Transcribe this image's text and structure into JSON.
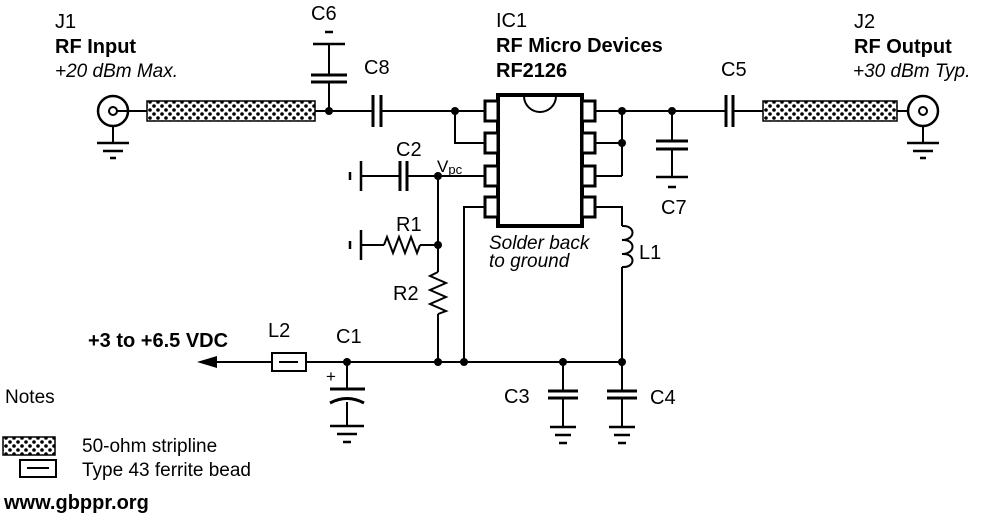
{
  "colors": {
    "ink": "#000000",
    "paper": "#ffffff"
  },
  "connectors": {
    "j1": {
      "ref": "J1",
      "label": "RF Input",
      "rating": "+20 dBm Max."
    },
    "j2": {
      "ref": "J2",
      "label": "RF Output",
      "rating": "+30 dBm Typ."
    }
  },
  "ic": {
    "ref": "IC1",
    "manufacturer": "RF Micro Devices",
    "part": "RF2126",
    "note_line1": "Solder back",
    "note_line2": "to ground"
  },
  "components": {
    "c1": "C1",
    "c2": "C2",
    "c3": "C3",
    "c4": "C4",
    "c5": "C5",
    "c6": "C6",
    "c7": "C7",
    "c8": "C8",
    "r1": "R1",
    "r2": "R2",
    "l1": "L1",
    "l2": "L2"
  },
  "power": {
    "supply": "+3 to +6.5 VDC",
    "vpc_main": "V",
    "vpc_sub": "pc",
    "c1_polarity": "+"
  },
  "notes": {
    "heading": "Notes",
    "legend": [
      {
        "swatch": "stripline-swatch",
        "label": "50-ohm stripline"
      },
      {
        "swatch": "ferrite-bead-swatch",
        "label": "Type 43 ferrite bead"
      }
    ]
  },
  "footer": {
    "website": "www.gbppr.org"
  }
}
